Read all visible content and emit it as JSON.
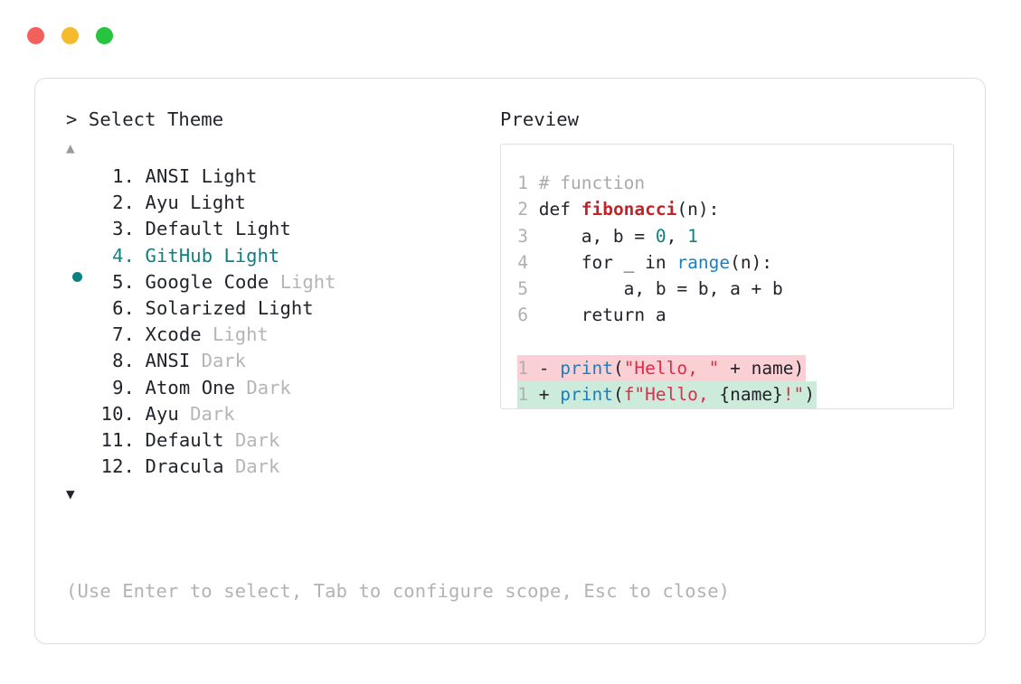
{
  "window": {
    "traffic_lights": [
      {
        "name": "close",
        "color": "#f2605c"
      },
      {
        "name": "minimize",
        "color": "#f5bb2c"
      },
      {
        "name": "maximize",
        "color": "#27c43f"
      }
    ]
  },
  "prompt": {
    "heading": "> Select Theme",
    "scroll_up_icon": "▲",
    "scroll_down_icon": "▼",
    "selected_index": 4
  },
  "themes": [
    {
      "num": " 1.",
      "name": "ANSI",
      "variant": "Light",
      "variant_muted": false,
      "selected": false
    },
    {
      "num": " 2.",
      "name": "Ayu",
      "variant": "Light",
      "variant_muted": false,
      "selected": false
    },
    {
      "num": " 3.",
      "name": "Default",
      "variant": "Light",
      "variant_muted": false,
      "selected": false
    },
    {
      "num": " 4.",
      "name": "GitHub",
      "variant": "Light",
      "variant_muted": false,
      "selected": true
    },
    {
      "num": " 5.",
      "name": "Google Code",
      "variant": "Light",
      "variant_muted": true,
      "selected": false
    },
    {
      "num": " 6.",
      "name": "Solarized",
      "variant": "Light",
      "variant_muted": false,
      "selected": false
    },
    {
      "num": " 7.",
      "name": "Xcode",
      "variant": "Light",
      "variant_muted": true,
      "selected": false
    },
    {
      "num": " 8.",
      "name": "ANSI",
      "variant": "Dark",
      "variant_muted": true,
      "selected": false
    },
    {
      "num": " 9.",
      "name": "Atom One",
      "variant": "Dark",
      "variant_muted": true,
      "selected": false
    },
    {
      "num": "10.",
      "name": "Ayu",
      "variant": "Dark",
      "variant_muted": true,
      "selected": false
    },
    {
      "num": "11.",
      "name": "Default",
      "variant": "Dark",
      "variant_muted": true,
      "selected": false
    },
    {
      "num": "12.",
      "name": "Dracula",
      "variant": "Dark",
      "variant_muted": true,
      "selected": false
    }
  ],
  "preview": {
    "label": "Preview",
    "code_lines": [
      {
        "ln": "1",
        "tokens": [
          {
            "t": "# function",
            "c": "comment"
          }
        ]
      },
      {
        "ln": "2",
        "tokens": [
          {
            "t": "def ",
            "c": "kw"
          },
          {
            "t": "fibonacci",
            "c": "fn"
          },
          {
            "t": "(n):",
            "c": "plain"
          }
        ]
      },
      {
        "ln": "3",
        "tokens": [
          {
            "t": "    a, b = ",
            "c": "plain"
          },
          {
            "t": "0",
            "c": "num"
          },
          {
            "t": ", ",
            "c": "plain"
          },
          {
            "t": "1",
            "c": "num"
          }
        ]
      },
      {
        "ln": "4",
        "tokens": [
          {
            "t": "    for _ in ",
            "c": "plain"
          },
          {
            "t": "range",
            "c": "builtin"
          },
          {
            "t": "(n):",
            "c": "plain"
          }
        ]
      },
      {
        "ln": "5",
        "tokens": [
          {
            "t": "        a, b = b, a + b",
            "c": "plain"
          }
        ]
      },
      {
        "ln": "6",
        "tokens": [
          {
            "t": "    return a",
            "c": "plain"
          }
        ]
      }
    ],
    "diff_lines": [
      {
        "ln": "1",
        "sign": "-",
        "kind": "del",
        "tokens": [
          {
            "t": "print",
            "c": "builtin"
          },
          {
            "t": "(",
            "c": "plain"
          },
          {
            "t": "\"Hello, \"",
            "c": "str"
          },
          {
            "t": " + name)",
            "c": "plain"
          }
        ]
      },
      {
        "ln": "1",
        "sign": "+",
        "kind": "add",
        "tokens": [
          {
            "t": "print",
            "c": "builtin"
          },
          {
            "t": "(",
            "c": "plain"
          },
          {
            "t": "f\"Hello, ",
            "c": "str"
          },
          {
            "t": "{name}",
            "c": "plain"
          },
          {
            "t": "!\"",
            "c": "str"
          },
          {
            "t": ")",
            "c": "plain"
          }
        ]
      }
    ]
  },
  "footer": {
    "hint": "(Use Enter to select, Tab to configure scope, Esc to close)"
  },
  "colors": {
    "accent_teal": "#0f8080",
    "text": "#21242b",
    "muted": "#b5b5b5",
    "diff_del_bg": "#fbd0d4",
    "diff_add_bg": "#cdebda",
    "border": "#dcdcdc"
  }
}
